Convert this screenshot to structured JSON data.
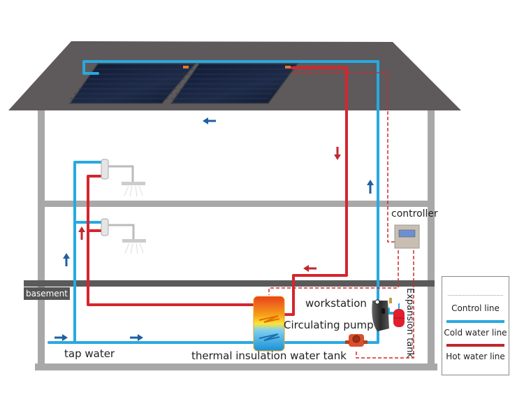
{
  "title": "Solar water heating system diagram",
  "labels": {
    "basement": "basement",
    "tap_water": "tap water",
    "water_tank": "thermal insulation water tank",
    "workstation": "workstation",
    "circulating_pump": "Circulating pump",
    "controller": "controller",
    "expansion_tank": "Expansion tank"
  },
  "legend": {
    "items": [
      {
        "label": "Control line",
        "style": "dotted",
        "color": "#c0272d"
      },
      {
        "label": "Cold water line",
        "style": "solid",
        "color": "#27a9e1"
      },
      {
        "label": "Hot water line",
        "style": "solid",
        "color": "#c0272d"
      }
    ]
  },
  "colors": {
    "cold": "#27a9e1",
    "hot": "#d4262c",
    "control": "#d4262c",
    "roof": "#5e5a5b",
    "wall": "#a8a8a8",
    "floor": "#5a5a5a",
    "arrow_blue": "#1f5fa0"
  },
  "components": [
    {
      "name": "solar-panel",
      "count": 2
    },
    {
      "name": "shower-head",
      "count": 2
    },
    {
      "name": "water-tank"
    },
    {
      "name": "workstation"
    },
    {
      "name": "circulating-pump"
    },
    {
      "name": "expansion-tank"
    },
    {
      "name": "controller"
    }
  ]
}
